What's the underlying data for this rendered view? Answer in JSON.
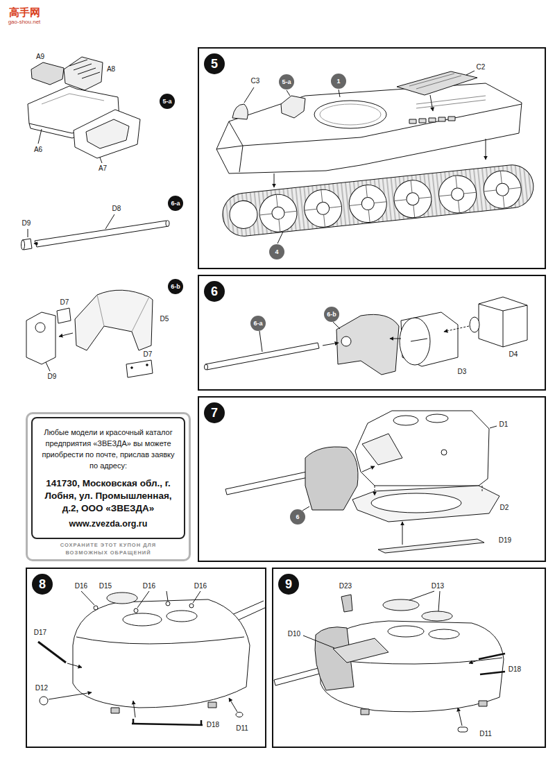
{
  "diagram": {
    "nodes": [
      {
        "text": [
          "5"
        ]
      },
      {
        "text": [
          "6"
        ]
      },
      {
        "text": [
          "СОХРАНИТЕ ЭТОТ КУПОН ДЛЯ ВОЗМОЖНЫХ ОБРАЩЕНИЙ"
        ]
      },
      {
        "text": [
          "Любые модели и красочный каталог предприятия «ЗВЕЗДА» вы можете приобрести по почте, прислав заявку по адресу:",
          "141730, Московская обл., г. Лобня, ул. Промышленная, д.2, ООО «ЗВЕЗДА»",
          "www.zvezda.org.ru"
        ],
        "in": 2
      },
      {
        "text": [
          "7"
        ]
      },
      {
        "text": [
          "8"
        ]
      },
      {
        "text": [
          "9"
        ]
      }
    ],
    "labels": [
      "高手网",
      "gao-shou.net",
      "A9",
      "A8",
      "5-a",
      "A6",
      "A7",
      "6-a",
      "D8",
      "D9",
      "6-b",
      "D7",
      "D5",
      "D7",
      "D9",
      "C3",
      "5-a",
      "1",
      "C2",
      "4",
      "6-a",
      "6-b",
      "D4",
      "D3",
      "D1",
      "D2",
      "6",
      "D19",
      "D16",
      "D15",
      "D16",
      "D16",
      "D17",
      "D12",
      "D18",
      "D11",
      "D23",
      "D13",
      "D10",
      "D18",
      "D11"
    ]
  }
}
